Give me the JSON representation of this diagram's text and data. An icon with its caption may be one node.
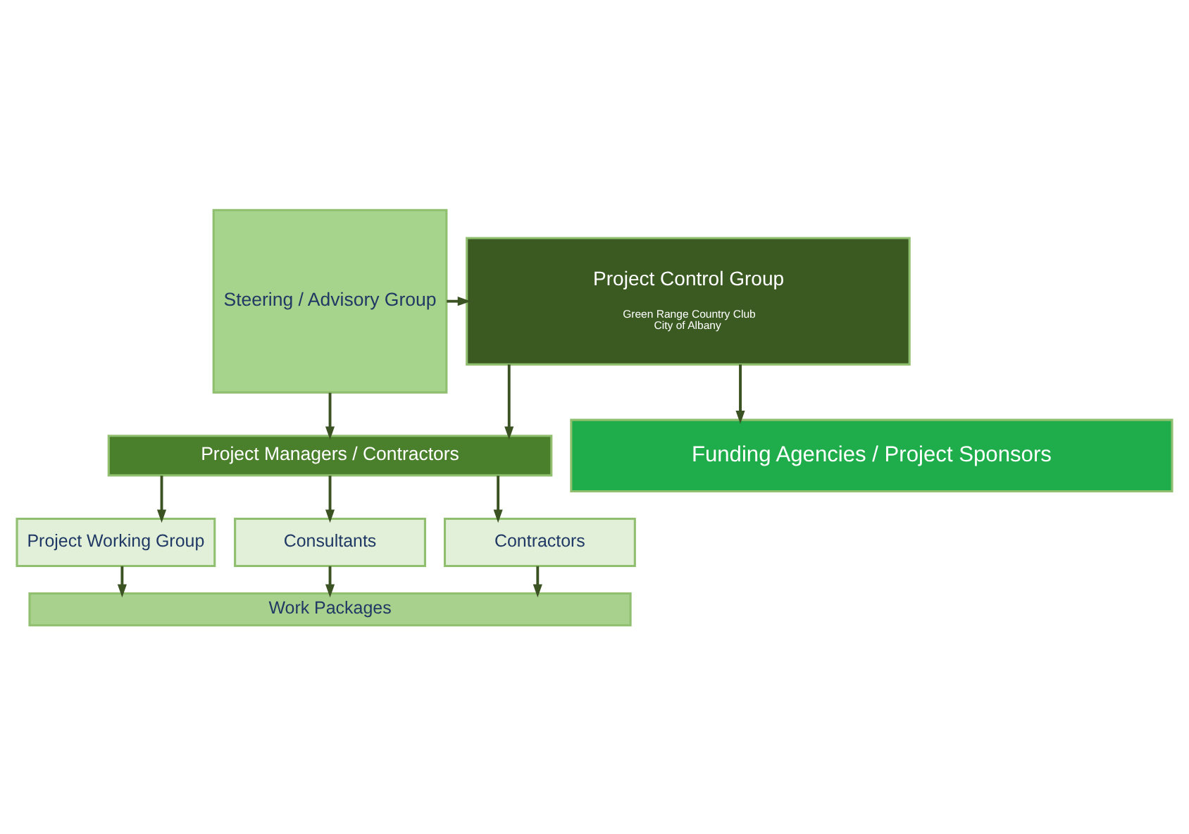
{
  "diagram": {
    "nodes": [
      {
        "text": [
          "Funding Agencies / Project Sponsors"
        ]
      },
      {
        "text": [
          "Project Control Group",
          "Green Range Country Club",
          "City of Albany"
        ]
      },
      {
        "text": [
          "Project Managers / Contractors"
        ]
      },
      {
        "text": [
          "Steering / Advisory Group"
        ]
      },
      {
        "text": [
          "Project Working Group"
        ]
      },
      {
        "text": [
          "Consultants"
        ]
      },
      {
        "text": [
          "Contractors"
        ]
      },
      {
        "text": [
          "Work Packages"
        ]
      }
    ],
    "edges": [
      {
        "from": 1,
        "to": 0,
        "arrow": "to"
      },
      {
        "from": 1,
        "to": 2,
        "arrow": "to"
      },
      {
        "from": 3,
        "to": 1,
        "arrow": "to"
      },
      {
        "from": 3,
        "to": 2,
        "arrow": "to"
      },
      {
        "from": 2,
        "to": 4,
        "arrow": "to"
      },
      {
        "from": 2,
        "to": 5,
        "arrow": "to"
      },
      {
        "from": 2,
        "to": 6,
        "arrow": "to"
      },
      {
        "from": 4,
        "to": 7,
        "arrow": "to"
      },
      {
        "from": 5,
        "to": 7,
        "arrow": "to"
      },
      {
        "from": 6,
        "to": 7,
        "arrow": "to"
      }
    ]
  }
}
